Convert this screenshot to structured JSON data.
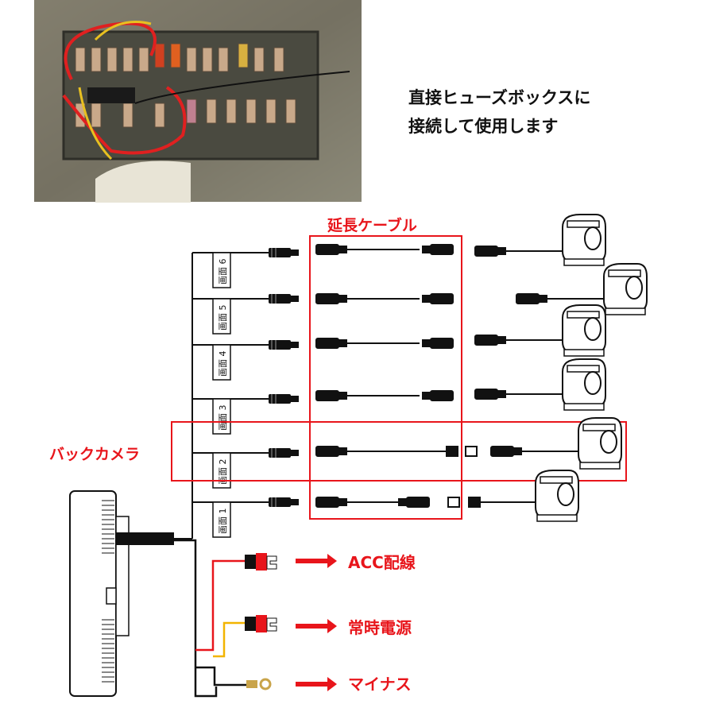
{
  "note": {
    "line1": "直接ヒューズボックスに",
    "line2": "接続して使用します"
  },
  "labels": {
    "extension_cable": "延長ケーブル",
    "back_camera": "バックカメラ"
  },
  "channels": [
    {
      "text": "画面 6"
    },
    {
      "text": "画面 5"
    },
    {
      "text": "画面 4"
    },
    {
      "text": "画面 3"
    },
    {
      "text": "画面 2"
    },
    {
      "text": "画面 1"
    }
  ],
  "power_outputs": [
    {
      "label": "ACC配線",
      "wire_color": "#e8151b"
    },
    {
      "label": "常時電源",
      "wire_color": "#f2b400"
    },
    {
      "label": "マイナス",
      "wire_color": "#111111"
    }
  ],
  "photo": {
    "caption": "fuse-box-photo"
  },
  "colors": {
    "accent": "#e8151b",
    "wire": "#111111",
    "yellow": "#f2b400"
  }
}
